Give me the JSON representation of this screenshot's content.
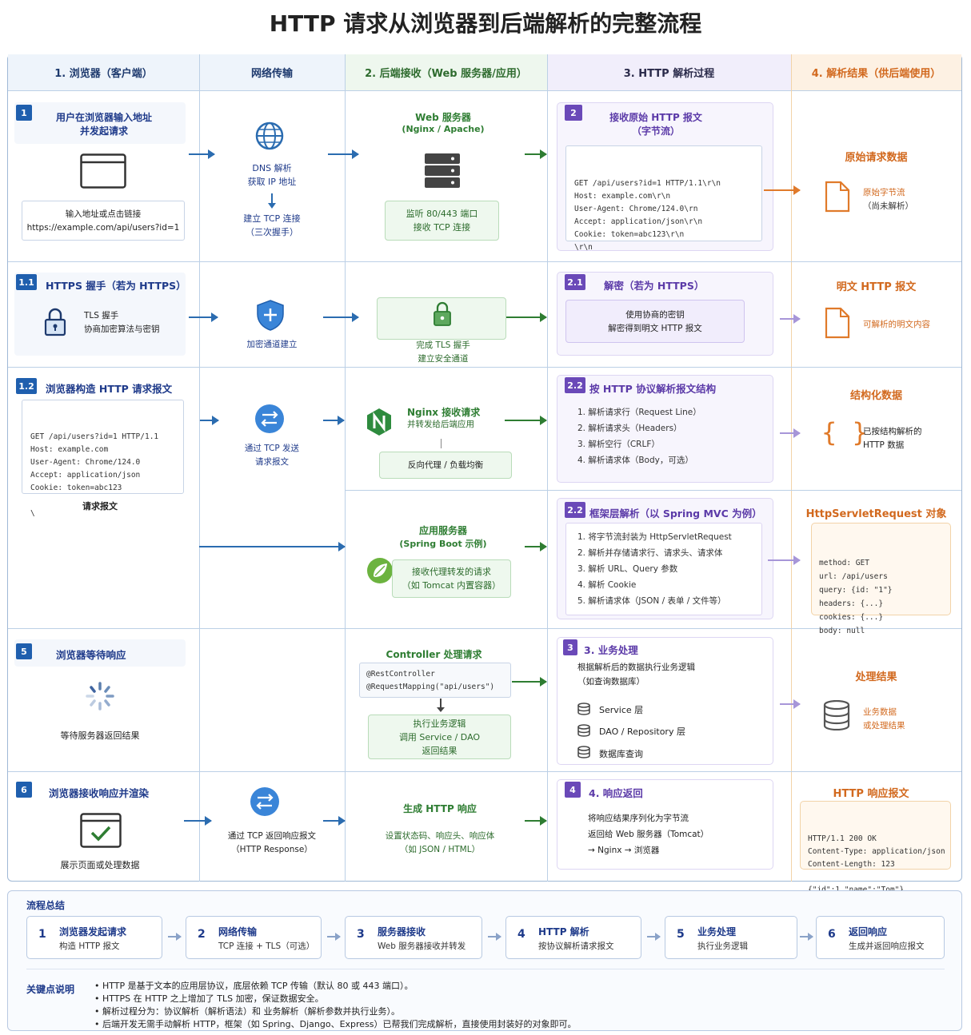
{
  "title": "HTTP 请求从浏览器到后端解析的完整流程",
  "columns": [
    "1. 浏览器（客户端）",
    "网络传输",
    "2. 后端接收（Web 服务器/应用）",
    "3. HTTP 解析过程",
    "4. 解析结果（供后端使用）"
  ],
  "row1": {
    "badge": "1",
    "browser_title1": "用户在浏览器输入地址",
    "browser_title2": "并发起请求",
    "url_caption": "输入地址或点击链接",
    "url": "https://example.com/api/users?id=1",
    "dns1": "DNS 解析",
    "dns2": "获取 IP 地址",
    "tcp1": "建立 TCP 连接",
    "tcp2": "（三次握手）",
    "server_title1": "Web 服务器",
    "server_title2": "(Nginx / Apache)",
    "listen1": "监听 80/443 端口",
    "listen2": "接收 TCP 连接",
    "parse_badge": "2",
    "parse_title1": "接收原始 HTTP 报文",
    "parse_title2": "（字节流）",
    "raw_lines": [
      "GET /api/users?id=1 HTTP/1.1\\r\\n",
      "Host: example.com\\r\\n",
      "User-Agent: Chrome/124.0\\rn",
      "Accept: application/json\\r\\n",
      "Cookie: token=abc123\\r\\n",
      "\\r\\n"
    ],
    "result_title": "原始请求数据",
    "result1": "原始字节流",
    "result2": "（尚未解析）"
  },
  "row2": {
    "badge": "1.1",
    "title": "HTTPS 握手（若为 HTTPS）",
    "tls1": "TLS 握手",
    "tls2": "协商加密算法与密钥",
    "channel": "加密通道建立",
    "done1": "完成 TLS 握手",
    "done2": "建立安全通道",
    "parse_badge": "2.1",
    "parse_title": "解密（若为 HTTPS）",
    "decrypt1": "使用协商的密钥",
    "decrypt2": "解密得到明文 HTTP 报文",
    "result_title": "明文 HTTP 报文",
    "result1": "可解析的明文内容"
  },
  "row3": {
    "badge": "1.2",
    "title": "浏览器构造 HTTP 请求报文",
    "req_lines": [
      "GET /api/users?id=1 HTTP/1.1",
      "Host: example.com",
      "User-Agent: Chrome/124.0",
      "Accept: application/json",
      "Cookie: token=abc123",
      "",
      "\\"
    ],
    "req_caption": "请求报文",
    "send1": "通过 TCP 发送",
    "send2": "请求报文",
    "nginx1": "Nginx 接收请求",
    "nginx2": "并转发给后端应用",
    "proxy": "反向代理 / 负载均衡",
    "parse_badge": "2.2",
    "parse_title": "按 HTTP 协议解析报文结构",
    "steps": [
      "1.  解析请求行（Request Line）",
      "2.  解析请求头（Headers）",
      "3.  解析空行（CRLF）",
      "4.  解析请求体（Body，可选）"
    ],
    "result_title": "结构化数据",
    "result1": "已按结构解析的",
    "result2": "HTTP 数据"
  },
  "row4": {
    "app1": "应用服务器",
    "app2": "(Spring Boot 示例)",
    "recv1": "接收代理转发的请求",
    "recv2": "（如 Tomcat 内置容器）",
    "parse_badge": "2.2",
    "parse_title": "框架层解析（以 Spring MVC 为例）",
    "steps": [
      "1.  将字节流封装为 HttpServletRequest",
      "2.  解析并存储请求行、请求头、请求体",
      "3.  解析 URL、Query 参数",
      "4.  解析 Cookie",
      "5.  解析请求体（JSON / 表单 / 文件等）"
    ],
    "result_title": "HttpServletRequest 对象",
    "obj_lines": [
      "method: GET",
      "url: /api/users",
      "query: {id: \"1\"}",
      "headers: {...}",
      "cookies: {...}",
      "body: null"
    ]
  },
  "row5": {
    "badge": "5",
    "title": "浏览器等待响应",
    "wait": "等待服务器返回结果",
    "ctrl_title": "Controller 处理请求",
    "ctrl_lines": [
      "@RestController",
      "@RequestMapping(\"api/users\")"
    ],
    "exec1": "执行业务逻辑",
    "exec2": "调用 Service / DAO",
    "exec3": "返回结果",
    "biz_badge": "3",
    "biz_title": "3. 业务处理",
    "biz1": "根据解析后的数据执行业务逻辑",
    "biz2": "（如查询数据库）",
    "layers": [
      "Service 层",
      "DAO / Repository 层",
      "数据库查询"
    ],
    "result_title": "处理结果",
    "result1": "业务数据",
    "result2": "或处理结果"
  },
  "row6": {
    "badge": "6",
    "title": "浏览器接收响应并渲染",
    "render": "展示页面或处理数据",
    "resp1": "通过 TCP 返回响应报文",
    "resp2": "（HTTP Response）",
    "gen_title": "生成 HTTP 响应",
    "gen1": "设置状态码、响应头、响应体",
    "gen2": "（如 JSON / HTML）",
    "ret_badge": "4",
    "ret_title": "4. 响应返回",
    "ret1": "将响应结果序列化为字节流",
    "ret2": "返回给 Web 服务器（Tomcat）",
    "ret3": "→ Nginx → 浏览器",
    "result_title": "HTTP 响应报文",
    "resp_lines": [
      "HTTP/1.1 200 OK",
      "Content-Type: application/json",
      "Content-Length: 123",
      "",
      "{\"id\":1,\"name\":\"Tom\"}"
    ]
  },
  "summary": {
    "title": "流程总结",
    "steps": [
      {
        "n": "1",
        "a": "浏览器发起请求",
        "b": "构造 HTTP 报文"
      },
      {
        "n": "2",
        "a": "网络传输",
        "b": "TCP 连接 + TLS（可选）"
      },
      {
        "n": "3",
        "a": "服务器接收",
        "b": "Web 服务器接收并转发"
      },
      {
        "n": "4",
        "a": "HTTP 解析",
        "b": "按协议解析请求报文"
      },
      {
        "n": "5",
        "a": "业务处理",
        "b": "执行业务逻辑"
      },
      {
        "n": "6",
        "a": "返回响应",
        "b": "生成并返回响应报文"
      }
    ],
    "key_title": "关键点说明",
    "notes": [
      "•  HTTP 是基于文本的应用层协议，底层依赖 TCP 传输（默认 80 或 443 端口）。",
      "•  HTTPS 在 HTTP 之上增加了 TLS 加密，保证数据安全。",
      "•  解析过程分为：协议解析（解析语法）和 业务解析（解析参数并执行业务）。",
      "•  后端开发无需手动解析 HTTP，框架（如 Spring、Django、Express）已帮我们完成解析，直接使用封装好的对象即可。"
    ]
  },
  "colors": {
    "blue": "#1f5fae",
    "purple": "#6a49b8",
    "green": "#2e7d32",
    "orange": "#d2691e"
  }
}
